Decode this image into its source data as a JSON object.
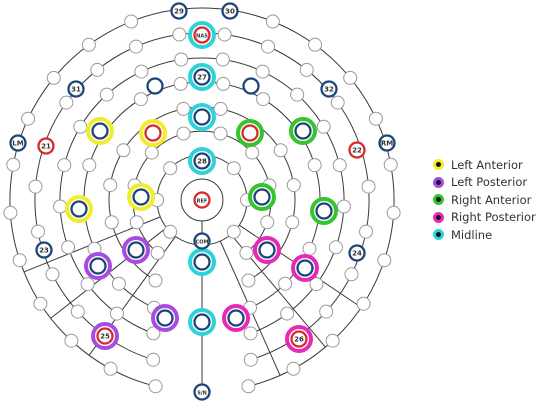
{
  "diagram": {
    "colors": {
      "left_anterior": "#f2ec2c",
      "left_posterior": "#a64ce0",
      "right_anterior": "#35c42e",
      "right_posterior": "#e62ab8",
      "midline": "#2ed3da",
      "ring_navy": "#1c4578",
      "ring_red": "#d82a2a",
      "line": "#3a3a3a",
      "node_fill": "#ffffff",
      "node_stroke": "#9a9a9a"
    },
    "icons": {
      "highlight_ring": "thick-colored-circle",
      "electrode": "small-circle-node"
    },
    "labels": {
      "n29": "29",
      "n30": "30",
      "n31": "31",
      "n32": "32",
      "n21": "21",
      "n22": "22",
      "n23": "23",
      "n24": "24",
      "n25": "25",
      "n26": "26",
      "n27": "27",
      "n28": "28",
      "lm": "LM",
      "rm": "RM",
      "nas": "NAS",
      "ref": "REF",
      "com": "COM",
      "sn": "S/N"
    }
  },
  "legend": [
    {
      "label": "Left Anterior",
      "color": "#f2ec2c"
    },
    {
      "label": "Left Posterior",
      "color": "#a64ce0"
    },
    {
      "label": "Right Anterior",
      "color": "#35c42e"
    },
    {
      "label": "Right Posterior",
      "color": "#e62ab8"
    },
    {
      "label": "Midline",
      "color": "#2ed3da"
    }
  ]
}
